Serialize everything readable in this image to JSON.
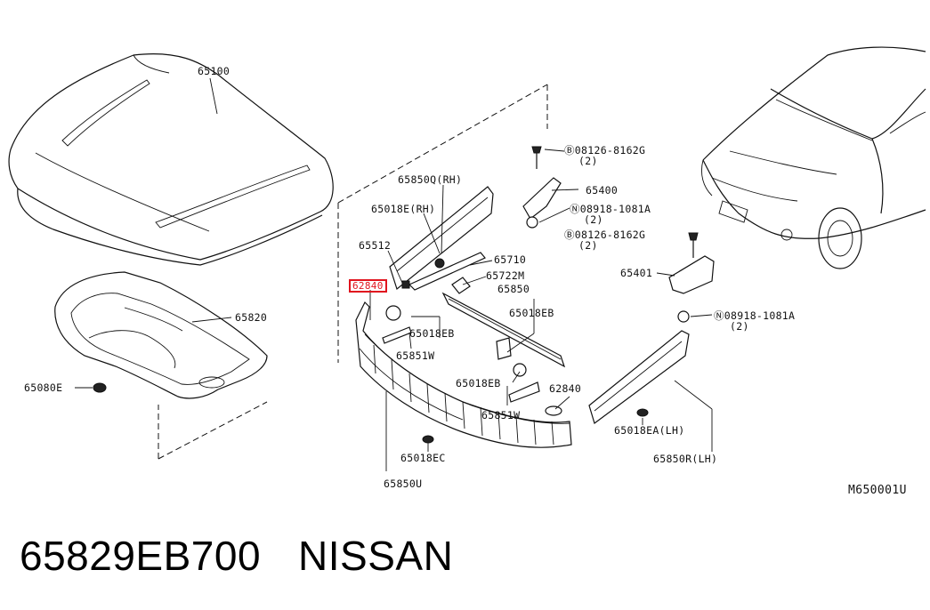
{
  "labels": {
    "hood": "65100",
    "insulator": "65820",
    "clip_insulator": "65080E",
    "seal_rh": "65850Q(RH)",
    "clip_rh": "65018E(RH)",
    "part_65512": "65512",
    "part_62840_highlight": "62840",
    "part_65710": "65710",
    "part_65722m": "65722M",
    "part_65850": "65850",
    "clip_eb_1": "65018EB",
    "clip_eb_2": "65018EB",
    "part_65851w_1": "65851W",
    "clip_eb_3": "65018EB",
    "part_62840": "62840",
    "part_65851w_2": "65851W",
    "clip_ec": "65018EC",
    "part_65850u": "65850U",
    "bolt_1": "Ⓑ08126-8162G",
    "bolt_1_qty": "(2)",
    "part_65400": "65400",
    "nut_1": "Ⓝ08918-1081A",
    "nut_1_qty": "(2)",
    "bolt_2": "Ⓑ08126-8162G",
    "bolt_2_qty": "(2)",
    "part_65401": "65401",
    "nut_2": "Ⓝ08918-1081A",
    "nut_2_qty": "(2)",
    "clip_ea_lh": "65018EA(LH)",
    "seal_lh": "65850R(LH)",
    "diagram_ref": "M650001U"
  },
  "footer": {
    "part_number": "65829EB700",
    "brand": "NISSAN"
  },
  "highlight_color": "#e0141e"
}
